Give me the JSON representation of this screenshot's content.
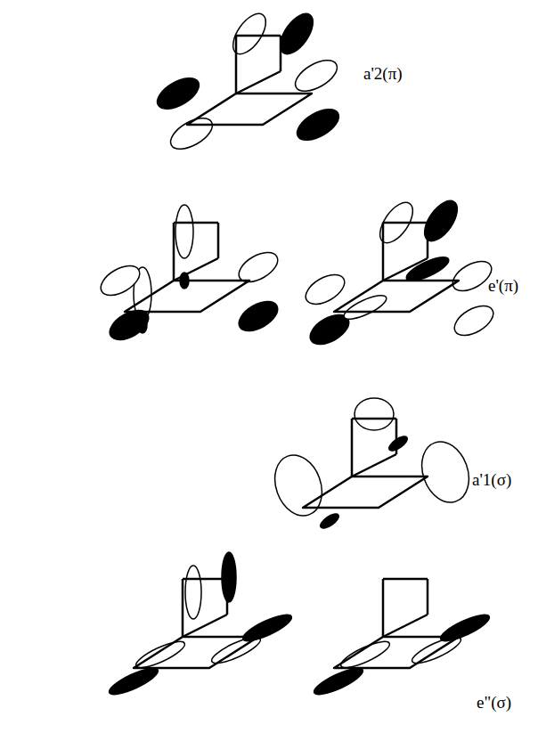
{
  "diagram": {
    "labels": [
      "a'2(π)",
      "e'(π)",
      "a'1(σ)",
      "e\"(σ)"
    ]
  }
}
